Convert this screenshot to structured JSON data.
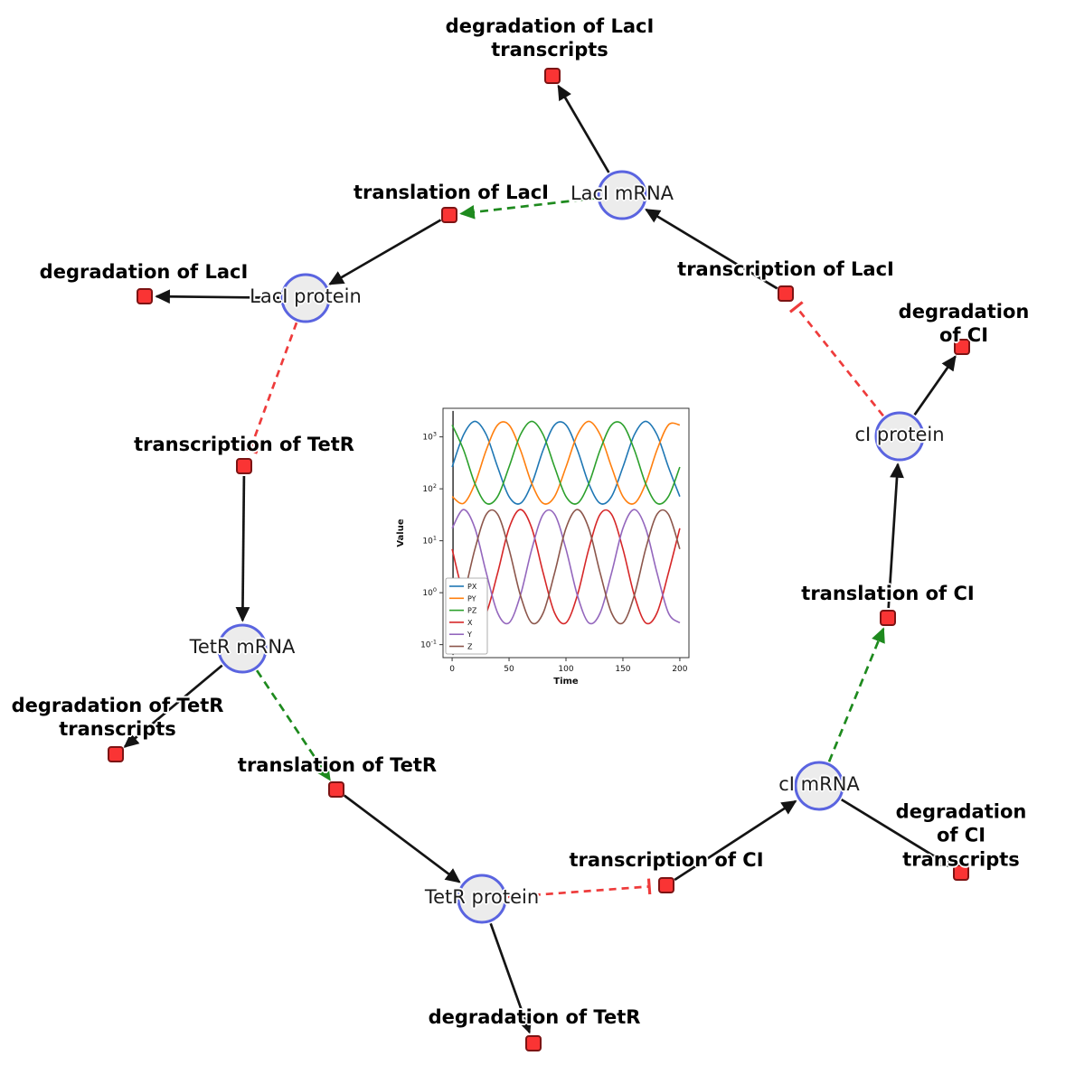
{
  "graph": {
    "species": [
      {
        "id": "laci_mrna",
        "label": "LacI mRNA"
      },
      {
        "id": "laci_protein",
        "label": "LacI protein"
      },
      {
        "id": "tetr_mrna",
        "label": "TetR mRNA"
      },
      {
        "id": "tetr_protein",
        "label": "TetR protein"
      },
      {
        "id": "ci_mrna",
        "label": "cI mRNA"
      },
      {
        "id": "ci_protein",
        "label": "cI protein"
      }
    ],
    "reactions": [
      {
        "id": "deg_laci_tx",
        "label": "degradation of LacI\ntranscripts"
      },
      {
        "id": "transl_laci",
        "label": "translation of LacI"
      },
      {
        "id": "transc_laci",
        "label": "transcription of LacI"
      },
      {
        "id": "deg_laci",
        "label": "degradation of LacI"
      },
      {
        "id": "deg_ci",
        "label": "degradation of CI"
      },
      {
        "id": "transc_tetr",
        "label": "transcription of TetR"
      },
      {
        "id": "deg_tetr_tx",
        "label": "degradation of TetR\ntranscripts"
      },
      {
        "id": "transl_tetr",
        "label": "translation of TetR"
      },
      {
        "id": "deg_tetr",
        "label": "degradation of TetR"
      },
      {
        "id": "transc_ci",
        "label": "transcription of CI"
      },
      {
        "id": "deg_ci_tx",
        "label": "degradation of CI\ntranscripts"
      },
      {
        "id": "transl_ci",
        "label": "translation of CI"
      }
    ],
    "edges": [
      {
        "from": "laci_mrna",
        "to": "deg_laci_tx",
        "type": "consumption"
      },
      {
        "from": "laci_mrna",
        "to": "transl_laci",
        "type": "modifier"
      },
      {
        "from": "transl_laci",
        "to": "laci_protein",
        "type": "production"
      },
      {
        "from": "transc_laci",
        "to": "laci_mrna",
        "type": "production"
      },
      {
        "from": "ci_protein",
        "to": "transc_laci",
        "type": "inhibition"
      },
      {
        "from": "laci_protein",
        "to": "deg_laci",
        "type": "consumption"
      },
      {
        "from": "laci_protein",
        "to": "transc_tetr",
        "type": "inhibition"
      },
      {
        "from": "transc_tetr",
        "to": "tetr_mrna",
        "type": "production"
      },
      {
        "from": "tetr_mrna",
        "to": "deg_tetr_tx",
        "type": "consumption"
      },
      {
        "from": "tetr_mrna",
        "to": "transl_tetr",
        "type": "modifier"
      },
      {
        "from": "transl_tetr",
        "to": "tetr_protein",
        "type": "production"
      },
      {
        "from": "tetr_protein",
        "to": "deg_tetr",
        "type": "consumption"
      },
      {
        "from": "tetr_protein",
        "to": "transc_ci",
        "type": "inhibition"
      },
      {
        "from": "transc_ci",
        "to": "ci_mrna",
        "type": "production"
      },
      {
        "from": "ci_mrna",
        "to": "deg_ci_tx",
        "type": "consumption"
      },
      {
        "from": "ci_mrna",
        "to": "transl_ci",
        "type": "modifier"
      },
      {
        "from": "transl_ci",
        "to": "ci_protein",
        "type": "production"
      },
      {
        "from": "ci_protein",
        "to": "deg_ci",
        "type": "consumption"
      }
    ],
    "colors": {
      "species_fill": "#ececec",
      "species_stroke": "#5a64e0",
      "reaction_fill": "#fa3434",
      "reaction_stroke": "#7c1414",
      "edge_black": "#141414",
      "modifier_green": "#1e8a1e",
      "inhibition_red": "#ee3b3b"
    }
  },
  "chart_data": {
    "type": "line",
    "title": "",
    "xlabel": "Time",
    "ylabel": "Value",
    "x": [
      0,
      10,
      20,
      30,
      40,
      50,
      60,
      70,
      80,
      90,
      100,
      110,
      120,
      130,
      140,
      150,
      160,
      170,
      180,
      190,
      200
    ],
    "x_ticks": [
      0,
      50,
      100,
      150,
      200
    ],
    "y_scale": "log10",
    "y_tick_exponents": [
      -1,
      0,
      1,
      2,
      3
    ],
    "xlim": [
      -8,
      208
    ],
    "ylim_log": [
      -1.25,
      3.55
    ],
    "grid": false,
    "legend_position": "lower left",
    "initial_transient_vline_t": 0.8,
    "series": [
      {
        "name": "PX",
        "color": "#1f77b4",
        "log10_values": [
          2.42,
          3.04,
          3.3,
          3.04,
          2.42,
          1.85,
          1.72,
          2.1,
          2.75,
          3.23,
          3.23,
          2.75,
          2.1,
          1.72,
          1.85,
          2.42,
          3.04,
          3.3,
          3.04,
          2.42,
          1.85
        ]
      },
      {
        "name": "PY",
        "color": "#ff7f0e",
        "log10_values": [
          1.85,
          1.72,
          2.1,
          2.75,
          3.23,
          3.23,
          2.75,
          2.1,
          1.72,
          1.85,
          2.42,
          3.04,
          3.3,
          3.04,
          2.42,
          1.85,
          1.72,
          2.1,
          2.75,
          3.23,
          3.23
        ]
      },
      {
        "name": "PZ",
        "color": "#2ca02c",
        "log10_values": [
          3.23,
          2.75,
          2.1,
          1.72,
          1.85,
          2.42,
          3.04,
          3.3,
          3.04,
          2.42,
          1.85,
          1.72,
          2.1,
          2.75,
          3.23,
          3.23,
          2.75,
          2.1,
          1.72,
          1.85,
          2.42
        ]
      },
      {
        "name": "X",
        "color": "#d62728",
        "log10_values": [
          0.84,
          -0.05,
          -0.58,
          -0.39,
          0.38,
          1.24,
          1.6,
          1.24,
          0.38,
          -0.39,
          -0.58,
          -0.05,
          0.84,
          1.51,
          1.51,
          0.84,
          -0.05,
          -0.58,
          -0.39,
          0.38,
          1.24
        ]
      },
      {
        "name": "Y",
        "color": "#9467bd",
        "log10_values": [
          1.24,
          1.6,
          1.24,
          0.38,
          -0.39,
          -0.58,
          -0.05,
          0.84,
          1.51,
          1.51,
          0.84,
          -0.05,
          -0.58,
          -0.39,
          0.38,
          1.24,
          1.6,
          1.24,
          0.38,
          -0.39,
          -0.58
        ]
      },
      {
        "name": "Z",
        "color": "#8c564b",
        "log10_values": [
          -0.58,
          -0.05,
          0.84,
          1.51,
          1.51,
          0.84,
          -0.05,
          -0.58,
          -0.39,
          0.38,
          1.24,
          1.6,
          1.24,
          0.38,
          -0.39,
          -0.58,
          -0.05,
          0.84,
          1.51,
          1.51,
          0.84
        ]
      }
    ]
  }
}
